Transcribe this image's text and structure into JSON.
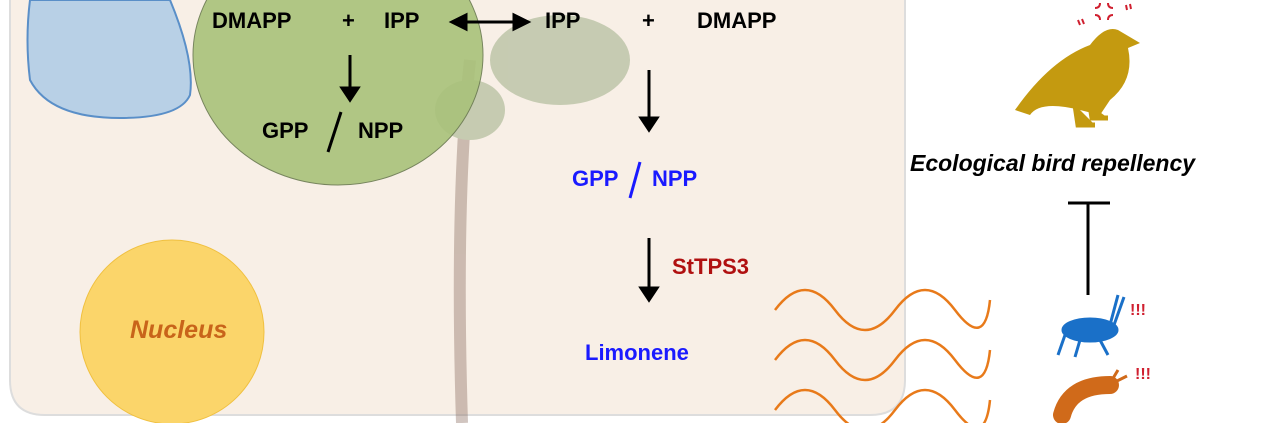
{
  "chloroplast": {
    "dmapp": "DMAPP",
    "plus": "+",
    "ipp": "IPP",
    "gpp": "GPP",
    "npp": "NPP"
  },
  "cytosol": {
    "ipp": "IPP",
    "plus": "+",
    "dmapp": "DMAPP",
    "gpp": "GPP",
    "npp": "NPP",
    "enzyme": "StTPS3",
    "product": "Limonene"
  },
  "nucleus_label": "Nucleus",
  "ecology_label": "Ecological bird repellency",
  "alarm_1": "!!!",
  "alarm_2": "!!!",
  "colors": {
    "blue": "#1a1aff",
    "enzyme": "#b01010",
    "nucleus": "#c8641a",
    "wave": "#e87a1a",
    "bird": "#c49a10",
    "grasshopper": "#1a70c8",
    "caterpillar": "#d06a1a"
  }
}
